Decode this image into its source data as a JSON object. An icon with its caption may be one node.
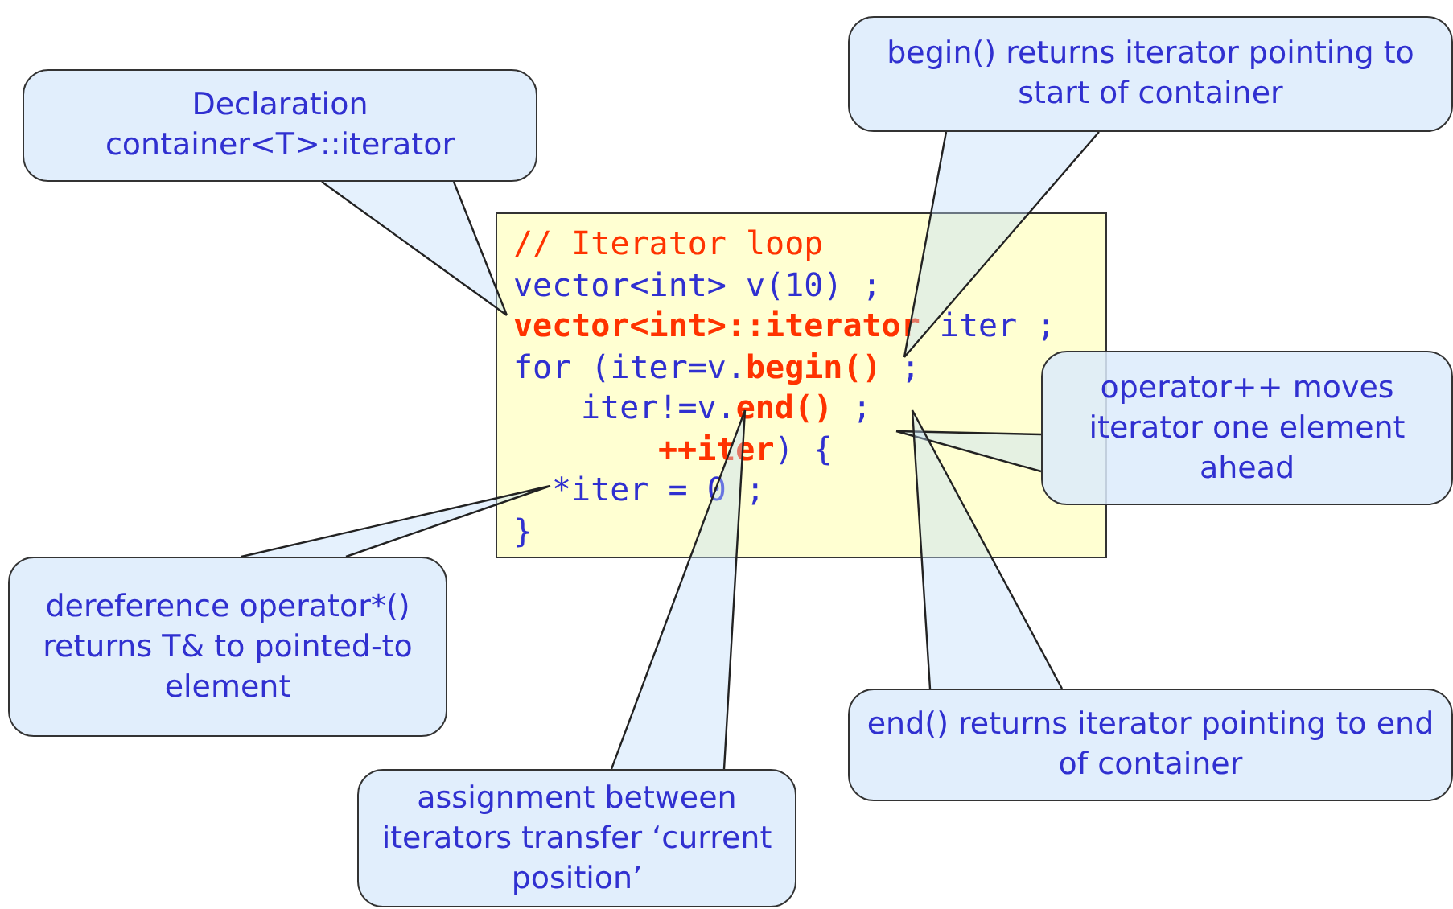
{
  "diagram": {
    "nodes": [
      {
        "text": [
          "Declaration container<T>::iterator"
        ]
      },
      {
        "text": [
          "begin() returns iterator pointing to start of container"
        ]
      },
      {
        "text": [
          "// Iterator loop",
          "vector<int> v(10) ;",
          "**vector<int>::iterator** iter ;",
          "for (iter=v.**begin()** ;",
          "iter!=v.**end()** ;",
          "**++iter**) {",
          "*iter = 0 ;",
          "}"
        ]
      },
      {
        "text": [
          "operator++ moves iterator one element ahead"
        ]
      },
      {
        "text": [
          "dereference operator*() returns T& to pointed-to element"
        ]
      },
      {
        "text": [
          "end() returns iterator pointing to end of container"
        ]
      },
      {
        "text": [
          "assignment between iterators transfer ‘current position’"
        ]
      }
    ],
    "edges": [
      {
        "from": 0,
        "to": null,
        "arrow": "none"
      },
      {
        "from": 1,
        "to": null,
        "arrow": "none"
      },
      {
        "from": 3,
        "to": null,
        "arrow": "none"
      },
      {
        "from": 4,
        "to": null,
        "arrow": "none"
      },
      {
        "from": 5,
        "to": null,
        "arrow": "none"
      },
      {
        "from": 6,
        "to": null,
        "arrow": "none"
      }
    ]
  }
}
